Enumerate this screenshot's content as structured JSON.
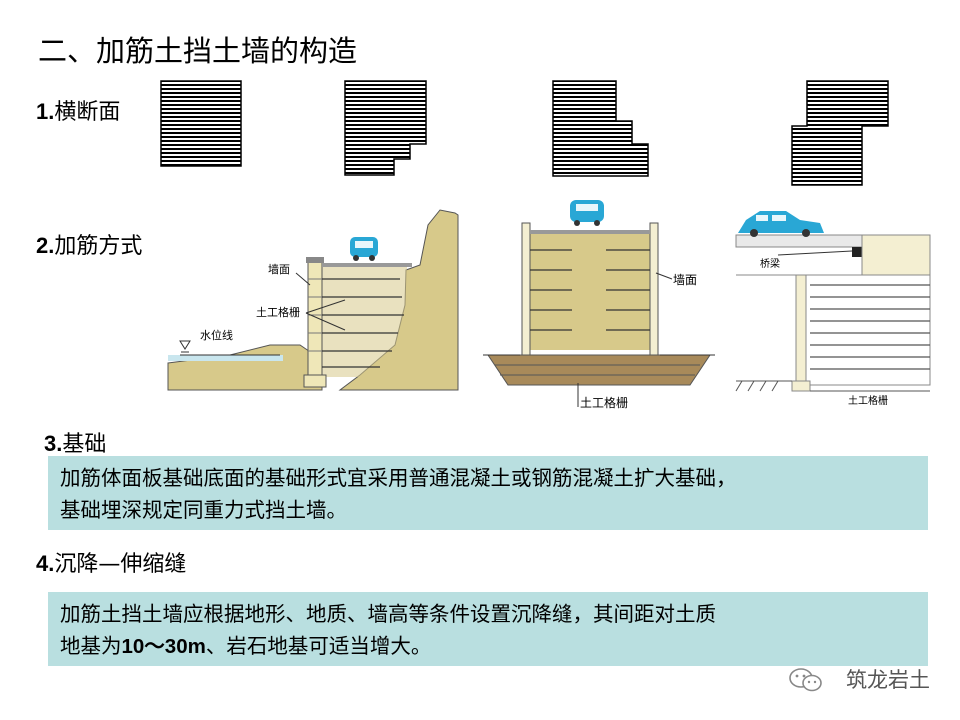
{
  "title": "二、加筋土挡土墙的构造",
  "sections": {
    "s1": {
      "num": "1.",
      "label": "横断面"
    },
    "s2": {
      "num": "2.",
      "label": "加筋方式"
    },
    "s3": {
      "num": "3.",
      "label": "基础"
    },
    "s4": {
      "num": "4.",
      "label": "沉降—伸缩缝"
    }
  },
  "diagram_labels": {
    "wall_face_1": "墙面",
    "geogrid_1": "土工格栅",
    "water_level": "水位线",
    "wall_face_2": "墙面",
    "geogrid_2": "土工格栅",
    "bridge": "桥梁",
    "geogrid_3": "土工格栅"
  },
  "box1": {
    "line1": "加筋体面板基础底面的基础形式宜采用普通混凝土或钢筋混凝土扩大基础，",
    "line2": "基础埋深规定同重力式挡土墙。"
  },
  "box2": {
    "line1": "加筋土挡土墙应根据地形、地质、墙高等条件设置沉降缝，其间距对土质",
    "line2_pre": "地基为",
    "line2_num": "10～30m",
    "line2_post": "、岩石地基可适当增大。"
  },
  "watermark": "筑龙岩土",
  "colors": {
    "box": "#b9dfe0",
    "soil": "#d7c98a",
    "car": "#29a7d5"
  }
}
